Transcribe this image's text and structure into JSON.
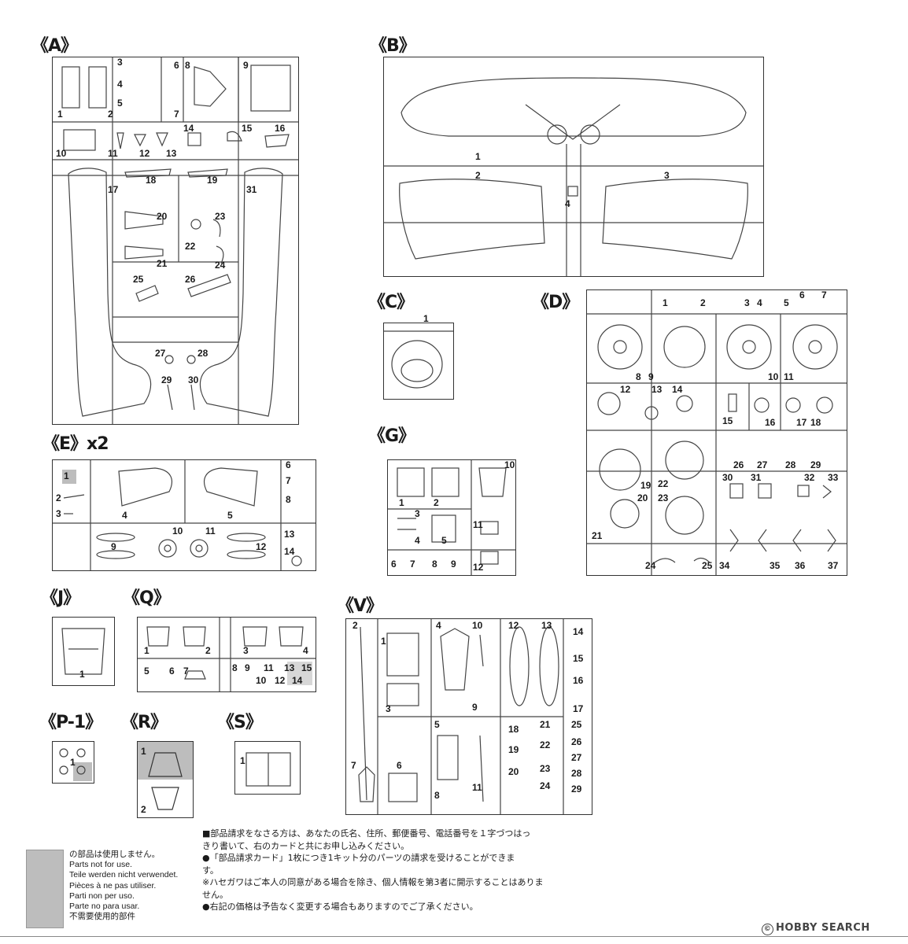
{
  "sections": {
    "A": "《A》",
    "B": "《B》",
    "C": "《C》",
    "D": "《D》",
    "E": "《E》x2",
    "G": "《G》",
    "J": "《J》",
    "Q": "《Q》",
    "V": "《V》",
    "P1": "《P-1》",
    "R": "《R》",
    "S": "《S》"
  },
  "parts": {
    "A": [
      "1",
      "2",
      "3",
      "4",
      "5",
      "6",
      "7",
      "8",
      "9",
      "10",
      "11",
      "12",
      "13",
      "14",
      "15",
      "16",
      "17",
      "18",
      "19",
      "20",
      "21",
      "22",
      "23",
      "24",
      "25",
      "26",
      "27",
      "28",
      "29",
      "30",
      "31"
    ],
    "B": [
      "1",
      "2",
      "3",
      "4"
    ],
    "C": [
      "1"
    ],
    "D": [
      "1",
      "2",
      "3",
      "4",
      "5",
      "6",
      "7",
      "8",
      "9",
      "10",
      "11",
      "12",
      "13",
      "14",
      "15",
      "16",
      "17",
      "18",
      "19",
      "20",
      "21",
      "22",
      "23",
      "24",
      "25",
      "26",
      "27",
      "28",
      "29",
      "30",
      "31",
      "32",
      "33",
      "34",
      "35",
      "36",
      "37"
    ],
    "E": [
      "1",
      "2",
      "3",
      "4",
      "5",
      "6",
      "7",
      "8",
      "9",
      "10",
      "11",
      "12",
      "13",
      "14"
    ],
    "G": [
      "1",
      "2",
      "3",
      "4",
      "5",
      "6",
      "7",
      "8",
      "9",
      "10",
      "11",
      "12"
    ],
    "J": [
      "1"
    ],
    "Q": [
      "1",
      "2",
      "3",
      "4",
      "5",
      "6",
      "7",
      "8",
      "9",
      "10",
      "11",
      "12",
      "13",
      "14",
      "15"
    ],
    "V": [
      "1",
      "2",
      "3",
      "4",
      "5",
      "6",
      "7",
      "8",
      "9",
      "10",
      "11",
      "12",
      "13",
      "14",
      "15",
      "16",
      "17",
      "18",
      "19",
      "20",
      "21",
      "22",
      "23",
      "24",
      "25",
      "26",
      "27",
      "28",
      "29"
    ],
    "P1": [
      "1"
    ],
    "R": [
      "1",
      "2"
    ],
    "S": [
      "1"
    ]
  },
  "legend": {
    "ja": "の部品は使用しません。",
    "en": "Parts not for use.",
    "de": "Teile werden nicht verwendet.",
    "fr": "Pièces à ne pas utiliser.",
    "it": "Parti non per uso.",
    "es": "Parte no para usar.",
    "zh": "不需要使用的部件",
    "swatch_color": "#bdbdbd"
  },
  "notes": {
    "line1": "■部品請求をなさる方は、あなたの氏名、住所、郵便番号、電話番号を１字づつはっ",
    "line2": "きり書いて、右のカードと共にお申し込みください。",
    "line3": "●「部品請求カード」1枚につき1キット分のパーツの請求を受けることができま",
    "line4": "す。",
    "line5": "※ハセガワはご本人の同意がある場合を除き、個人情報を第3者に開示することはありま",
    "line6": "せん。",
    "line7": "●右記の価格は予告なく変更する場合もありますのでご了承ください。"
  },
  "footer": {
    "logo": "HOBBY SEARCH"
  }
}
